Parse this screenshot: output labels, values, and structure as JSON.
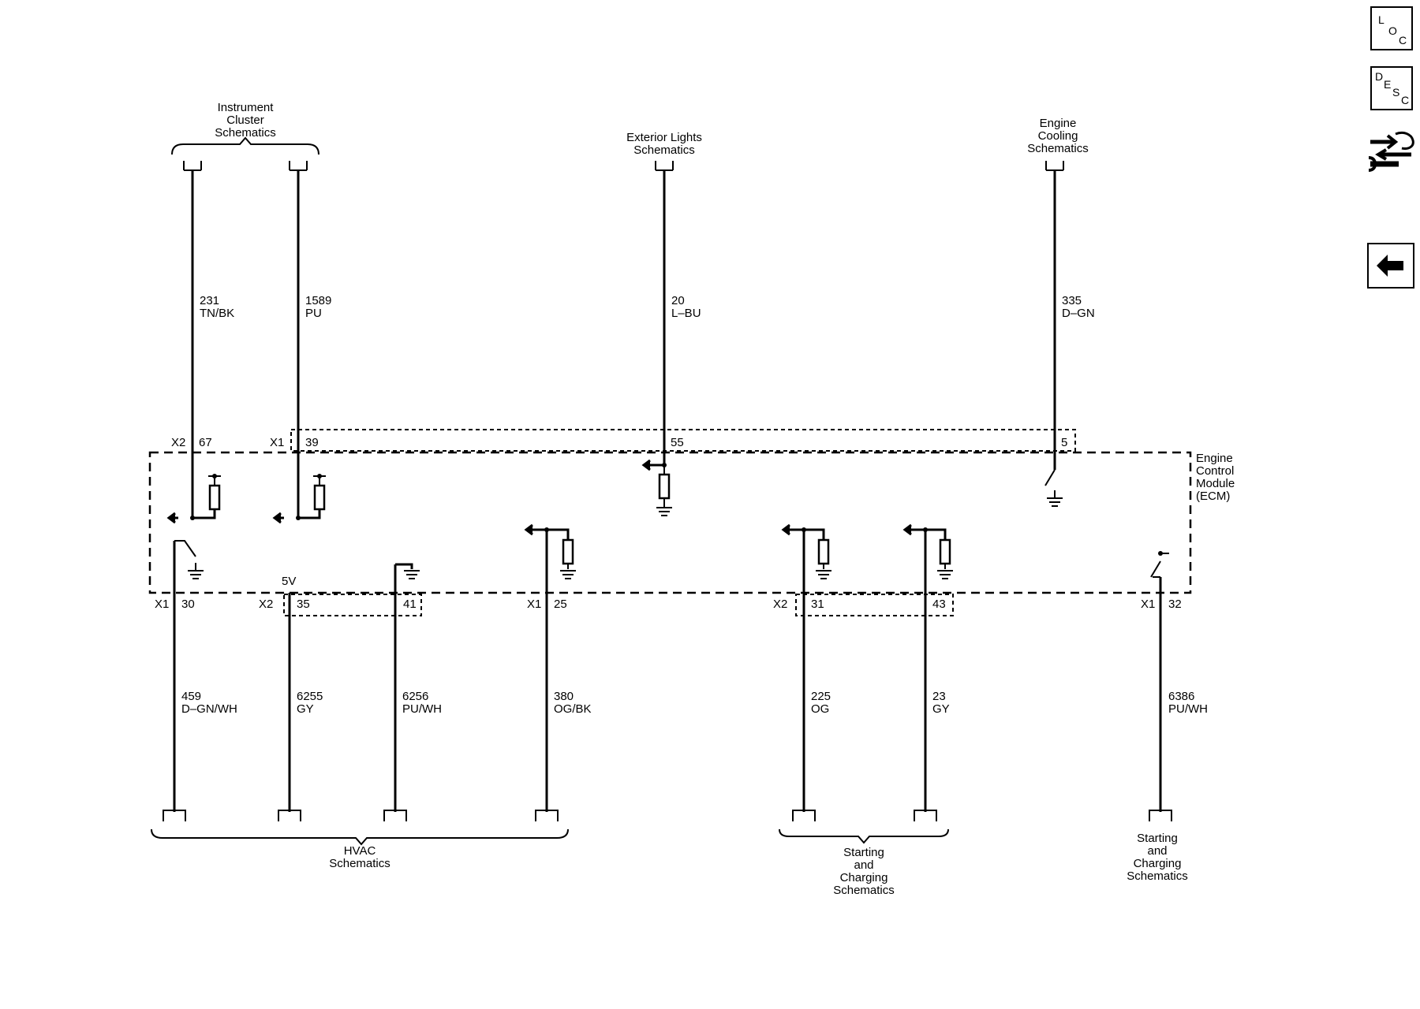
{
  "nav": {
    "loc": [
      "L",
      "O",
      "C"
    ],
    "desc": [
      "D",
      "E",
      "S",
      "C"
    ],
    "service_icon": "wrench-arrow-icon",
    "back_icon": "arrow-left-icon"
  },
  "module": {
    "name_lines": [
      "Engine",
      "Control",
      "Module",
      "(ECM)"
    ]
  },
  "destinations": {
    "instrument_cluster": [
      "Instrument",
      "Cluster",
      "Schematics"
    ],
    "exterior_lights": [
      "Exterior Lights",
      "Schematics"
    ],
    "engine_cooling": [
      "Engine",
      "Cooling",
      "Schematics"
    ],
    "hvac": [
      "HVAC",
      "Schematics"
    ],
    "starting_charging_group": [
      "Starting",
      "and",
      "Charging",
      "Schematics"
    ],
    "starting_charging_single": [
      "Starting",
      "and",
      "Charging",
      "Schematics"
    ]
  },
  "voltage_label": "5V",
  "top_wires": [
    {
      "id": "w231",
      "connector": "X2",
      "pin": "67",
      "circuit": "231",
      "color": "TN/BK"
    },
    {
      "id": "w1589",
      "connector": "X1",
      "pin": "39",
      "circuit": "1589",
      "color": "PU"
    },
    {
      "id": "w20",
      "connector": "",
      "pin": "55",
      "circuit": "20",
      "color": "L–BU"
    },
    {
      "id": "w335",
      "connector": "",
      "pin": "5",
      "circuit": "335",
      "color": "D–GN"
    }
  ],
  "bottom_wires": [
    {
      "id": "w459",
      "connector": "X1",
      "pin": "30",
      "circuit": "459",
      "color": "D–GN/WH"
    },
    {
      "id": "w6255",
      "connector": "X2",
      "pin": "35",
      "circuit": "6255",
      "color": "GY"
    },
    {
      "id": "w6256",
      "connector": "",
      "pin": "41",
      "circuit": "6256",
      "color": "PU/WH"
    },
    {
      "id": "w380",
      "connector": "X1",
      "pin": "25",
      "circuit": "380",
      "color": "OG/BK"
    },
    {
      "id": "w225",
      "connector": "X2",
      "pin": "31",
      "circuit": "225",
      "color": "OG"
    },
    {
      "id": "w23",
      "connector": "",
      "pin": "43",
      "circuit": "23",
      "color": "GY"
    },
    {
      "id": "w6386",
      "connector": "X1",
      "pin": "32",
      "circuit": "6386",
      "color": "PU/WH"
    }
  ]
}
